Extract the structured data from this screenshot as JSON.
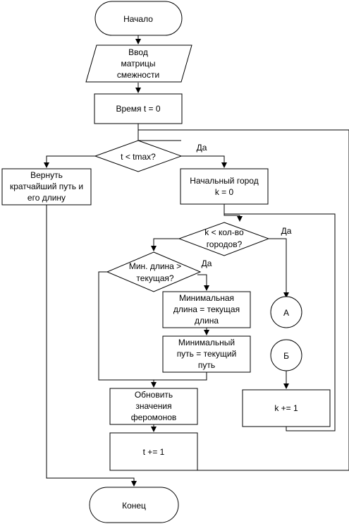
{
  "flowchart": {
    "start": "Начало",
    "input": [
      "Ввод",
      "матрицы",
      "смежности"
    ],
    "time_init": "Время t = 0",
    "cond_t": "t < tmax?",
    "cond_t_yes": "Да",
    "return_box": [
      "Вернуть",
      "кратчайший путь и",
      "его длину"
    ],
    "start_city": [
      "Начальный город",
      "k = 0"
    ],
    "cond_k": [
      "k < кол-во",
      "городов?"
    ],
    "cond_k_yes": "Да",
    "cond_len": [
      "Мин. длина >",
      "текущая?"
    ],
    "cond_len_yes": "Да",
    "set_min_len": [
      "Минимальная",
      "длина = текущая",
      "длина"
    ],
    "set_min_path": [
      "Минимальный",
      "путь = текущий",
      "путь"
    ],
    "connector_a": "А",
    "connector_b": "Б",
    "k_inc": "k += 1",
    "update_pheromones": [
      "Обновить",
      "значения",
      "феромонов"
    ],
    "t_inc": "t += 1",
    "end": "Конец"
  }
}
